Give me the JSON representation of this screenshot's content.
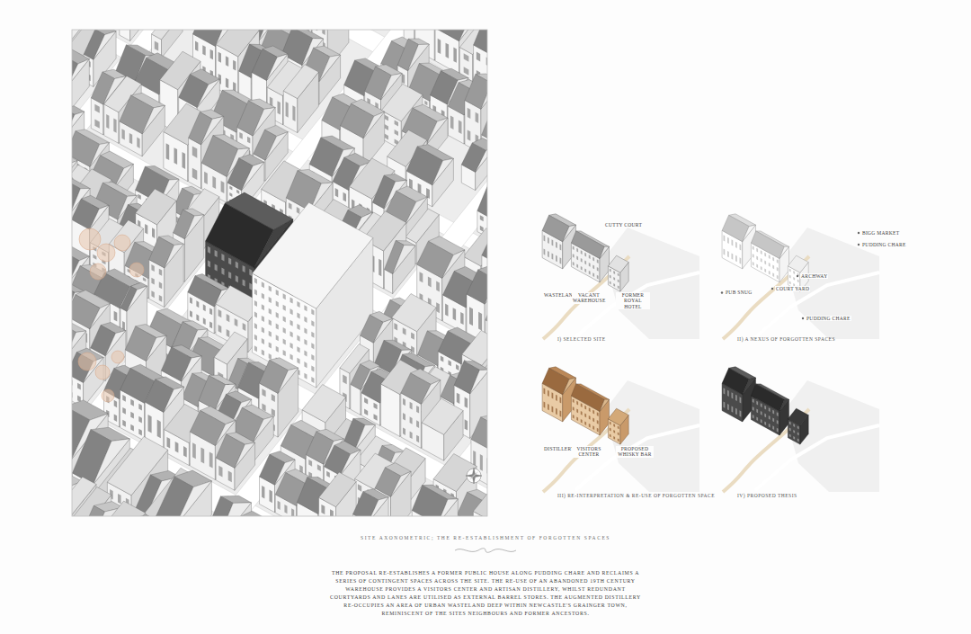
{
  "diagram": {
    "caption": "SITE AXONOMETRIC; THE RE-ESTABLISHMENT OF FORGOTTEN SPACES",
    "labels": [
      "CUTTY COURT",
      "WASTELAND",
      "VACANT WAREHOUSE",
      "FORMER ROYAL HOTEL",
      "I) SELECTED SITE",
      "BIGG MARKET",
      "PUDDING CHARE",
      "PUB SNUG",
      "COURT YARD",
      "ARCHWAY",
      "PUDDING CHARE",
      "II) A NEXUS OF FORGOTTEN SPACES",
      "DISTILLERY",
      "VISITORS CENTER",
      "PROPOSED WHISKY BAR",
      "III) RE-INTERPRETATION & RE-USE OF FORGOTTEN SPACE",
      "IV) PROPOSED THESIS",
      "THE PROPOSAL RE-ESTABLISHES A FORMER PUBLIC HOUSE ALONG PUDDING CHARE AND RECLAIMS A SERIES OF CONTINGENT SPACES ACROSS THE SITE. THE RE-USE OF AN ABANDONED 19TH CENTURY WAREHOUSE PROVIDES A VISITORS CENTER AND ARTISAN DISTILLERY, WHILST REDUNDANT COURTYARDS AND LANES ARE UTILISED AS EXTERNAL BARREL STORES. THE AUGMENTED DISTILLERY RE-OCCUPIES AN AREA OF URBAN WASTELAND DEEP WITHIN NEWCASTLE'S GRAINGER TOWN, REMINISCENT OF THE SITES NEIGHBOURS AND FORMER ANCESTORS."
    ]
  }
}
